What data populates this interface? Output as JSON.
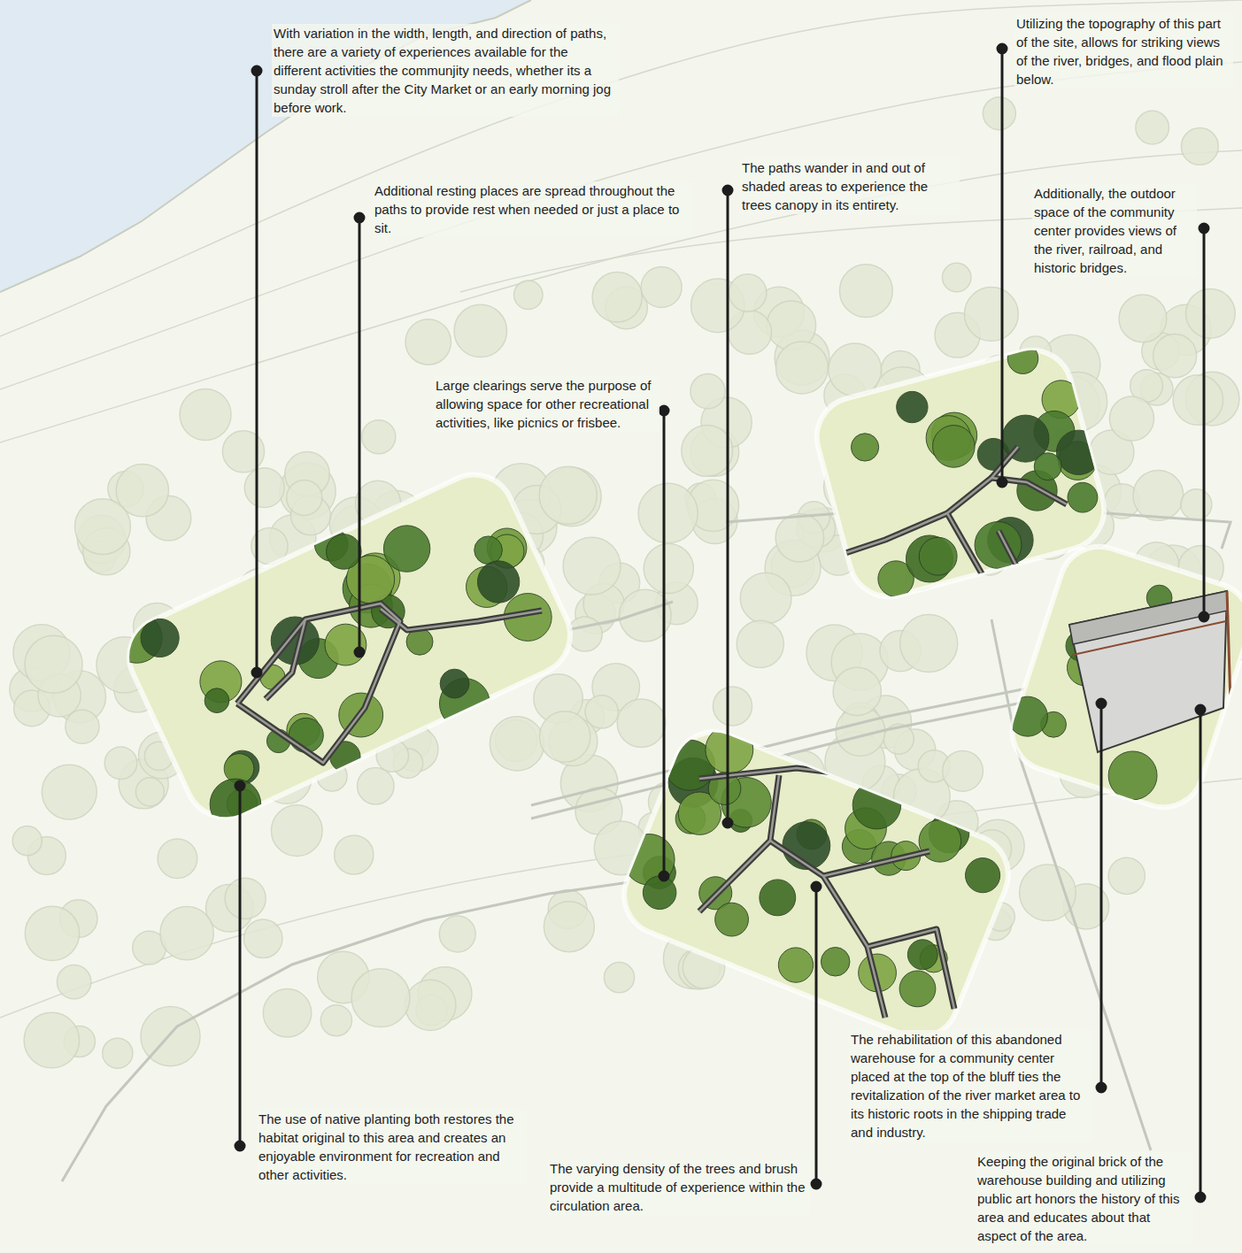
{
  "diagram": {
    "labels": [
      "With variation in the width, length, and direction of paths, there are a variety of experiences available for the different activities the communjity needs, whether its a sunday stroll after the City Market or an early morning jog before work.",
      "Additional resting places are spread throughout the paths to provide rest when needed or just a place to sit.",
      "Large clearings serve the purpose of allowing space for other recreational activities, like picnics or frisbee.",
      "The paths wander in and out of shaded areas to experience the trees canopy in its entirety.",
      "Utilizing the topography of this part of the site, allows for striking views of the river, bridges, and flood plain below.",
      "Additionally, the outdoor space of the community center provides views of the river, railroad, and historic bridges.",
      "The use of native planting both restores the habitat original to this area and creates an enjoyable environment for recreation and other activities.",
      "The varying density of the trees and brush provide a multitude of experience within the circulation area.",
      "The rehabilitation of this abandoned warehouse for a community center placed at the top of the bluff ties the revitalization of the river market area to its historic roots in the shipping trade and industry.",
      "Keeping the original brick of the warehouse building and utilizing public art honors the history of this area and educates about that aspect of the area."
    ]
  }
}
